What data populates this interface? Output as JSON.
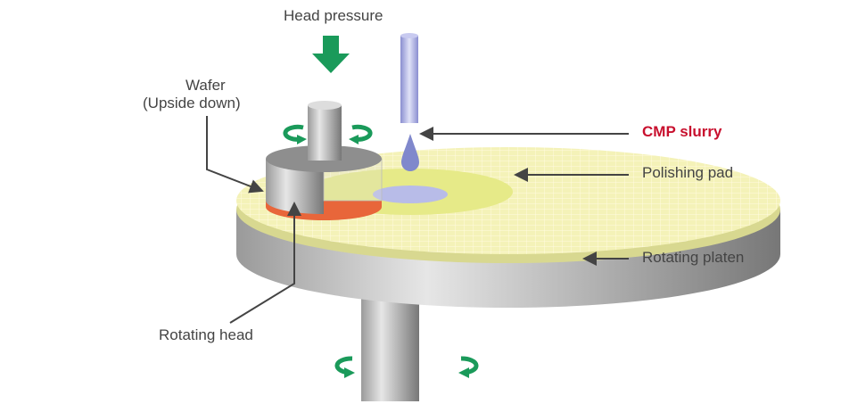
{
  "labels": {
    "head_pressure": "Head pressure",
    "wafer": "Wafer",
    "wafer_note": "(Upside down)",
    "cmp_slurry": "CMP slurry",
    "polishing_pad": "Polishing pad",
    "rotating_platen": "Rotating platen",
    "rotating_head": "Rotating head"
  },
  "colors": {
    "accent_green": "#1a9a5a",
    "slurry_red": "#c8102e",
    "pad_yellow": "#f2f0b0",
    "wafer_orange": "#e8663a"
  }
}
